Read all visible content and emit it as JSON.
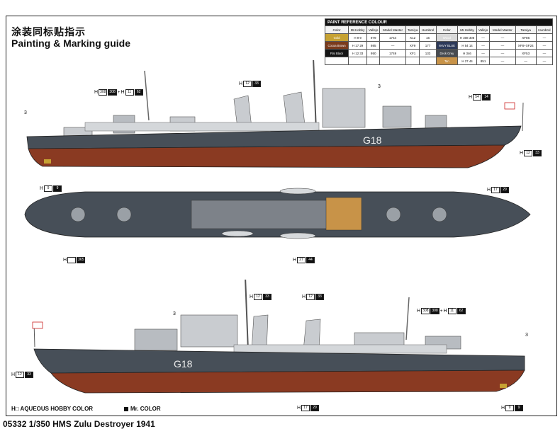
{
  "header": {
    "title_cn": "涂装同标贴指示",
    "title_en": "Painting & Marking guide"
  },
  "paint_table": {
    "title": "PAINT REFERENCE COLOUR",
    "columns": [
      "Color",
      "Mr.Hobby",
      "Vallejo",
      "Model Master",
      "Tamiya",
      "Humbrol",
      "Color",
      "Mr.Hobby",
      "Vallejo",
      "Model Master",
      "Tamiya",
      "Humbrol"
    ],
    "rows": [
      {
        "left_name": "Gold",
        "left_color": "#c6a233",
        "left_codes": "H 9 9",
        "left_vals": [
          "979",
          "1744",
          "X12",
          "16"
        ],
        "right_name": "Wood",
        "right_color": "#d9d9d9",
        "right_codes": "H 308 308",
        "right_vals": [
          "—",
          "—",
          "XF86",
          "—"
        ]
      },
      {
        "left_name": "Cocoa Brown",
        "left_color": "#7a3b1c",
        "left_codes": "H 17 29",
        "left_vals": [
          "985",
          "—",
          "XF9",
          "177"
        ],
        "right_name": "NAVY BLUE",
        "right_color": "#2d3a5a",
        "right_codes": "H 54 14",
        "right_vals": [
          "—",
          "—",
          "XF8+XF24",
          "—"
        ]
      },
      {
        "left_name": "Flat Black",
        "left_color": "#151515",
        "left_codes": "H 12 33",
        "left_vals": [
          "950",
          "1749",
          "XF1",
          "133"
        ],
        "right_name": "Deck Grey",
        "right_color": "#474b50",
        "right_codes": "H 346",
        "right_vals": [
          "—",
          "—",
          "XF53",
          "—"
        ]
      },
      {
        "left_name": "",
        "left_color": "#ffffff",
        "left_codes": "",
        "left_vals": [
          "",
          "",
          "",
          ""
        ],
        "right_name": "Tan",
        "right_color": "#c89348",
        "right_codes": "H 27 44",
        "right_vals": [
          "851",
          "—",
          "—",
          "—"
        ]
      }
    ]
  },
  "labels": {
    "top_h308": "H",
    "top_h308_a": "308",
    "top_h308_b": "308",
    "top_plus": "+",
    "top_h11": "H",
    "top_h11_a": "11",
    "top_h11_b": "62",
    "top_h12": "H",
    "top_h12_a": "12",
    "top_h12_b": "33",
    "top_h54": "H",
    "top_h54_a": "54",
    "top_h54_b": "14",
    "top_h12r": "H",
    "top_h12r_a": "12",
    "top_h12r_b": "33",
    "top_h9": "H",
    "top_h9_a": "9",
    "top_h9_b": "9",
    "top_h17": "H",
    "top_h17_a": "17",
    "top_h17_b": "29",
    "plan_h": "H",
    "plan_h_b": "365",
    "plan_h27": "H",
    "plan_h27_a": "27",
    "plan_h27_b": "44",
    "bot_h12a": "H",
    "bot_h12a_a": "12",
    "bot_h12a_b": "33",
    "bot_h12b": "H",
    "bot_h12b_a": "12",
    "bot_h12b_b": "33",
    "bot_h308": "H",
    "bot_h308_a": "308",
    "bot_h308_b": "308",
    "bot_plus": "+",
    "bot_h11": "H",
    "bot_h11_a": "11",
    "bot_h11_b": "62",
    "bot_h12l": "H",
    "bot_h12l_a": "12",
    "bot_h12l_b": "33",
    "bot_h17": "H",
    "bot_h17_a": "17",
    "bot_h17_b": "29",
    "bot_h9": "H",
    "bot_h9_a": "9",
    "bot_h9_b": "9",
    "three": "3",
    "hull_number": "G18",
    "hull_number_bottom": "G18"
  },
  "legend": {
    "aqueous": "H□ AQUEOUS HOBBY COLOR",
    "mr_color": "Mr. COLOR"
  },
  "footer": {
    "text": "05332 1/350  HMS Zulu Destroyer 1941"
  },
  "colors": {
    "hull_grey": "#474f58",
    "hull_red": "#8a3a22",
    "deck_grey": "#7d8289",
    "superstructure": "#c9ccd0",
    "tan": "#c89348"
  }
}
